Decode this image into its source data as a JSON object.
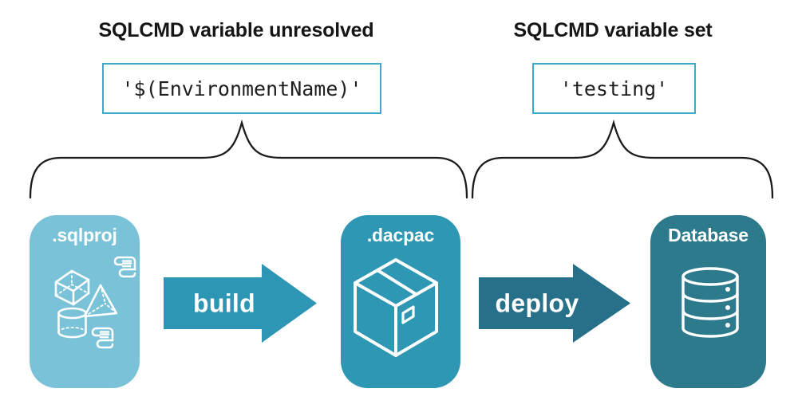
{
  "diagram": {
    "title_left": "SQLCMD variable unresolved",
    "title_right": "SQLCMD variable set",
    "value_left": "'$(EnvironmentName)'",
    "value_right": "'testing'",
    "nodes": [
      {
        "id": "sqlproj",
        "label": ".sqlproj",
        "color": "#7ac2d8",
        "icon": "sql-objects-icon"
      },
      {
        "id": "dacpac",
        "label": ".dacpac",
        "color": "#2d97b4",
        "icon": "package-icon"
      },
      {
        "id": "database",
        "label": "Database",
        "color": "#2d7a8d",
        "icon": "database-icon"
      }
    ],
    "arrows": [
      {
        "label": "build",
        "color": "#2e96b5"
      },
      {
        "label": "deploy",
        "color": "#26708a"
      }
    ],
    "colors": {
      "code_box_border": "#3ea9c9",
      "heading_text": "#161616",
      "code_text": "#1f1f1f",
      "brace_stroke": "#1b1b1b",
      "icon_stroke": "#ffffff",
      "background": "#ffffff"
    }
  }
}
